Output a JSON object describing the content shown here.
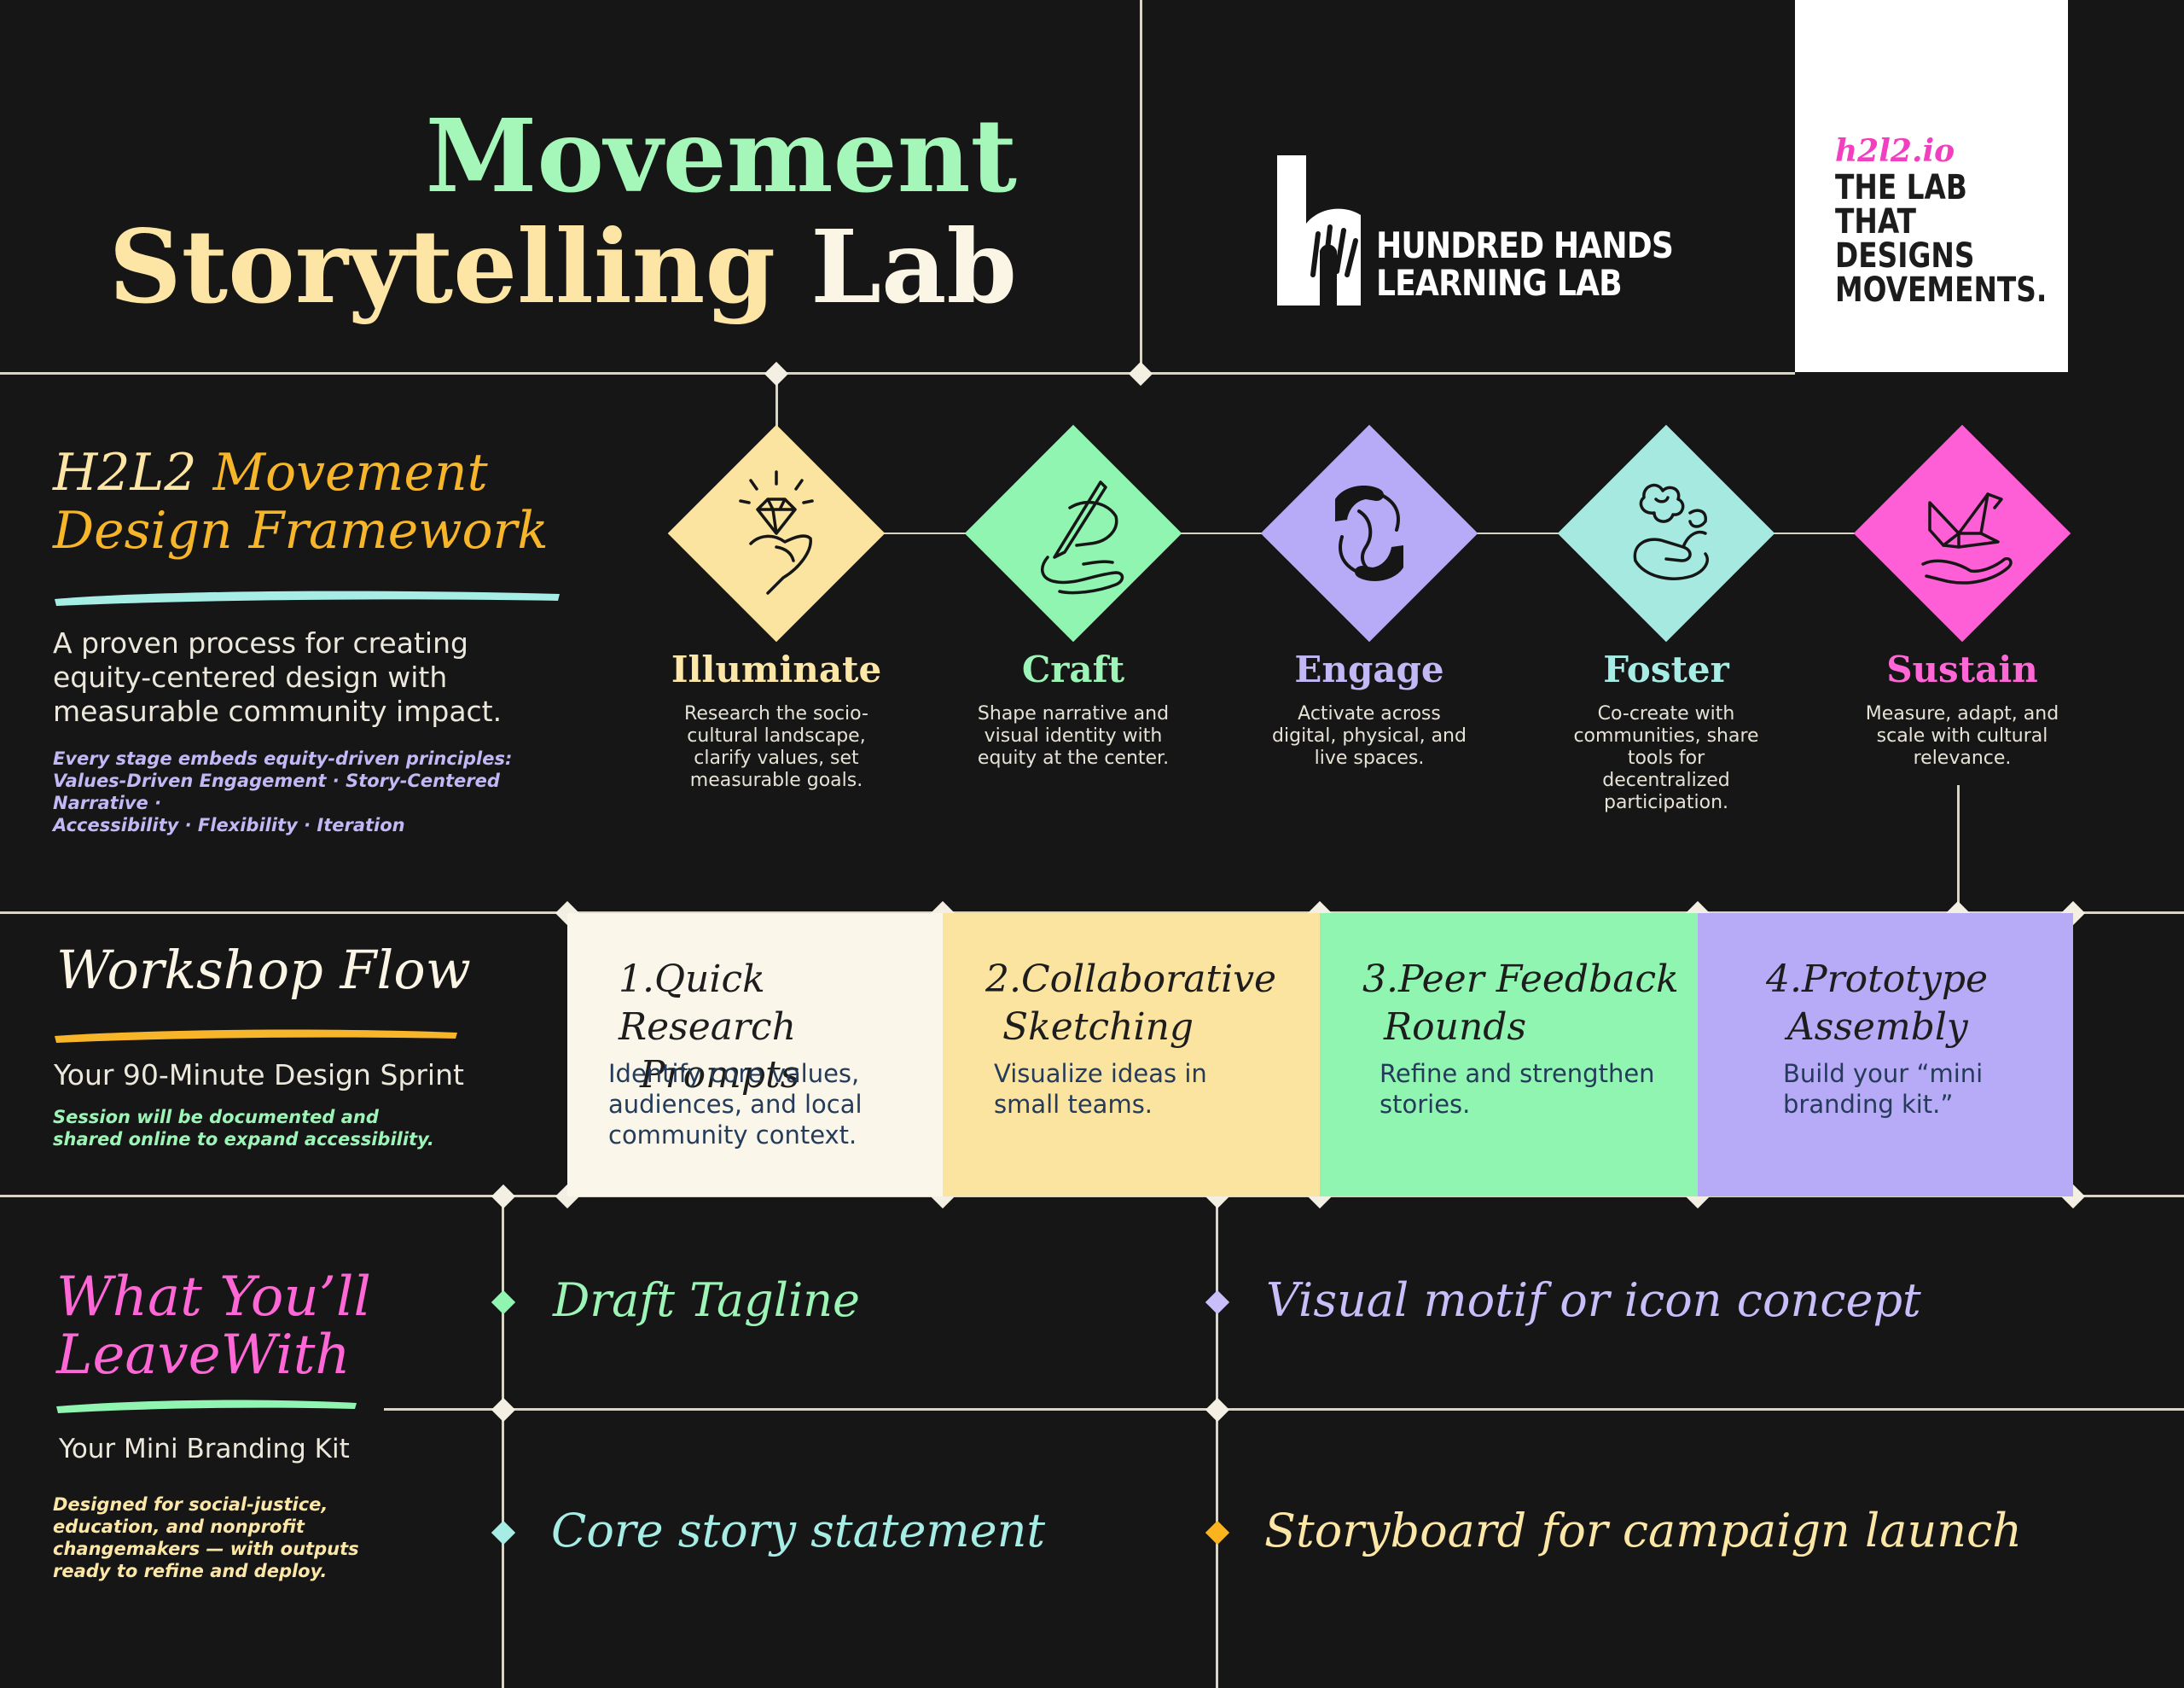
{
  "header": {
    "title_line1": "Movement",
    "title_line2a": "Storytelling",
    "title_line2b": "Lab",
    "org_logo_lines": [
      "HUNDRED HANDS",
      "LEARNING LAB"
    ],
    "promo": {
      "url": "h2l2.io",
      "tagline_lines": [
        "THE LAB",
        "THAT",
        "DESIGNS",
        "MOVEMENTS."
      ]
    }
  },
  "framework": {
    "heading_a": "H2L2",
    "heading_b": "Movement",
    "heading_line2": "Design Framework",
    "description": "A proven process for creating equity-centered design with measurable community impact.",
    "note_line1": "Every stage embeds equity-driven principles:",
    "note_line2": "Values-Driven Engagement · Story-Centered Narrative ·",
    "note_line3": "Accessibility · Flexibility · Iteration",
    "stages": [
      {
        "name": "Illuminate",
        "icon": "diamond-in-hand-icon",
        "color": "#fbe3a0",
        "text_color": "#fce7a6",
        "description": "Research the socio-cultural landscape, clarify values, set measurable goals."
      },
      {
        "name": "Craft",
        "icon": "hand-writing-icon",
        "color": "#8ff5b0",
        "text_color": "#9cf5b6",
        "description": "Shape narrative and visual identity with equity at the center."
      },
      {
        "name": "Engage",
        "icon": "connected-hands-icon",
        "color": "#b7aaf6",
        "text_color": "#c3b8f6",
        "description": "Activate across digital, physical, and live spaces."
      },
      {
        "name": "Foster",
        "icon": "hand-with-plant-icon",
        "color": "#a6e9e0",
        "text_color": "#a6ede5",
        "description": "Co-create with communities, share tools for decentralized participation."
      },
      {
        "name": "Sustain",
        "icon": "origami-bird-hand-icon",
        "color": "#ff5fd6",
        "text_color": "#ff66d6",
        "description": "Measure, adapt, and scale with cultural relevance."
      }
    ]
  },
  "workshop": {
    "heading": "Workshop Flow",
    "subheading": "Your 90-Minute Design Sprint",
    "note": "Session will be documented and shared online to expand accessibility.",
    "steps": [
      {
        "title_line1": "1.Quick Research",
        "title_line2": "Prompts",
        "description": "Identify core values, audiences, and local community context.",
        "color": "#faf6ea"
      },
      {
        "title_line1": "2.Collaborative",
        "title_line2": "Sketching",
        "description": "Visualize ideas in small teams.",
        "color": "#fbe3a0"
      },
      {
        "title_line1": "3.Peer Feedback",
        "title_line2": "Rounds",
        "description": "Refine and strengthen stories.",
        "color": "#8ff5b0"
      },
      {
        "title_line1": "4.Prototype",
        "title_line2": "Assembly",
        "description": "Build your “mini branding kit.”",
        "color": "#b7aaf6"
      }
    ]
  },
  "outcomes": {
    "heading_line1": "What You’ll",
    "heading_line2": "LeaveWith",
    "subheading": "Your Mini Branding Kit",
    "note": "Designed for social-justice, education, and nonprofit changemakers — with outputs ready to refine and deploy.",
    "items": [
      {
        "label": "Draft Tagline",
        "color": "#8ff5b0"
      },
      {
        "label": "Visual motif or icon concept",
        "color": "#c9bdfa"
      },
      {
        "label": "Core story statement",
        "color": "#a6ede5"
      },
      {
        "label": "Storyboard for campaign launch",
        "color": "#fce7a6"
      }
    ],
    "bullet_colors": [
      "#8ff5b0",
      "#c9bdfa",
      "#a6ede5",
      "#fbb31f"
    ]
  },
  "colors": {
    "background": "#161616",
    "line": "#d8d4c6",
    "title_green": "#a4f7b8",
    "title_yellow": "#fce5a5",
    "title_cream": "#fbf5e6",
    "accent_orange": "#f7b52a",
    "accent_pink": "#ff66d6"
  }
}
